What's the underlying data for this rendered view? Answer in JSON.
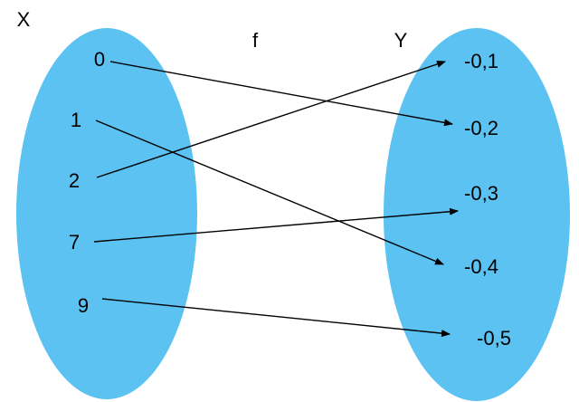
{
  "labels": {
    "domain": "X",
    "function": "f",
    "codomain": "Y"
  },
  "domain_values": [
    "0",
    "1",
    "2",
    "7",
    "9"
  ],
  "codomain_values": [
    "-0,1",
    "-0,2",
    "-0,3",
    "-0,4",
    "-0,5"
  ],
  "mapping": [
    {
      "from": "0",
      "to": "-0,2"
    },
    {
      "from": "1",
      "to": "-0,4"
    },
    {
      "from": "2",
      "to": "-0,1"
    },
    {
      "from": "7",
      "to": "-0,3"
    },
    {
      "from": "9",
      "to": "-0,5"
    }
  ],
  "colors": {
    "set_fill": "#5BC2F2",
    "arrow": "#000000"
  }
}
